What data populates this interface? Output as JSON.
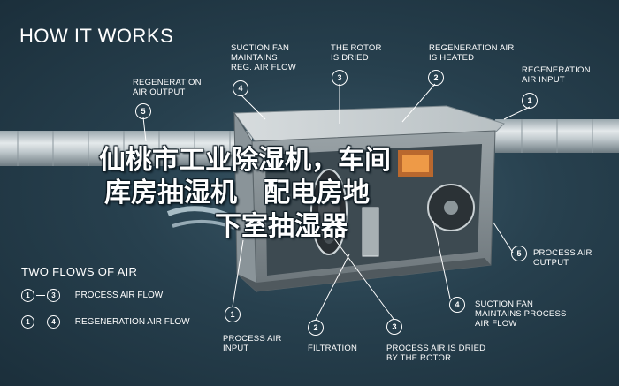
{
  "title": "HOW IT WORKS",
  "overlay_lines": [
    "仙桃市工业除湿机，车间",
    "库房抽湿机　配电房地",
    "下室抽湿器"
  ],
  "callouts_top": [
    {
      "num": "5",
      "line1": "REGENERATION",
      "line2": "AIR OUTPUT",
      "line3": ""
    },
    {
      "num": "4",
      "line1": "SUCTION FAN",
      "line2": "MAINTAINS",
      "line3": "REG. AIR FLOW"
    },
    {
      "num": "3",
      "line1": "THE ROTOR",
      "line2": "IS DRIED",
      "line3": ""
    },
    {
      "num": "2",
      "line1": "REGENERATION AIR",
      "line2": "IS HEATED",
      "line3": ""
    },
    {
      "num": "1",
      "line1": "REGENERATION",
      "line2": "AIR INPUT",
      "line3": ""
    }
  ],
  "callouts_bottom": [
    {
      "num": "1",
      "line1": "PROCESS AIR",
      "line2": "INPUT",
      "line3": ""
    },
    {
      "num": "2",
      "line1": "FILTRATION",
      "line2": "",
      "line3": ""
    },
    {
      "num": "3",
      "line1": "PROCESS AIR IS DRIED",
      "line2": "BY THE ROTOR",
      "line3": ""
    },
    {
      "num": "4",
      "line1": "SUCTION FAN",
      "line2": "MAINTAINS PROCESS",
      "line3": "AIR FLOW"
    },
    {
      "num": "5",
      "line1": "PROCESS AIR",
      "line2": "OUTPUT",
      "line3": ""
    }
  ],
  "legend": {
    "heading": "TWO FLOWS OF AIR",
    "rows": [
      {
        "from": "1",
        "to": "3",
        "label": "PROCESS AIR FLOW"
      },
      {
        "from": "1",
        "to": "4",
        "label": "REGENERATION AIR FLOW"
      }
    ]
  }
}
